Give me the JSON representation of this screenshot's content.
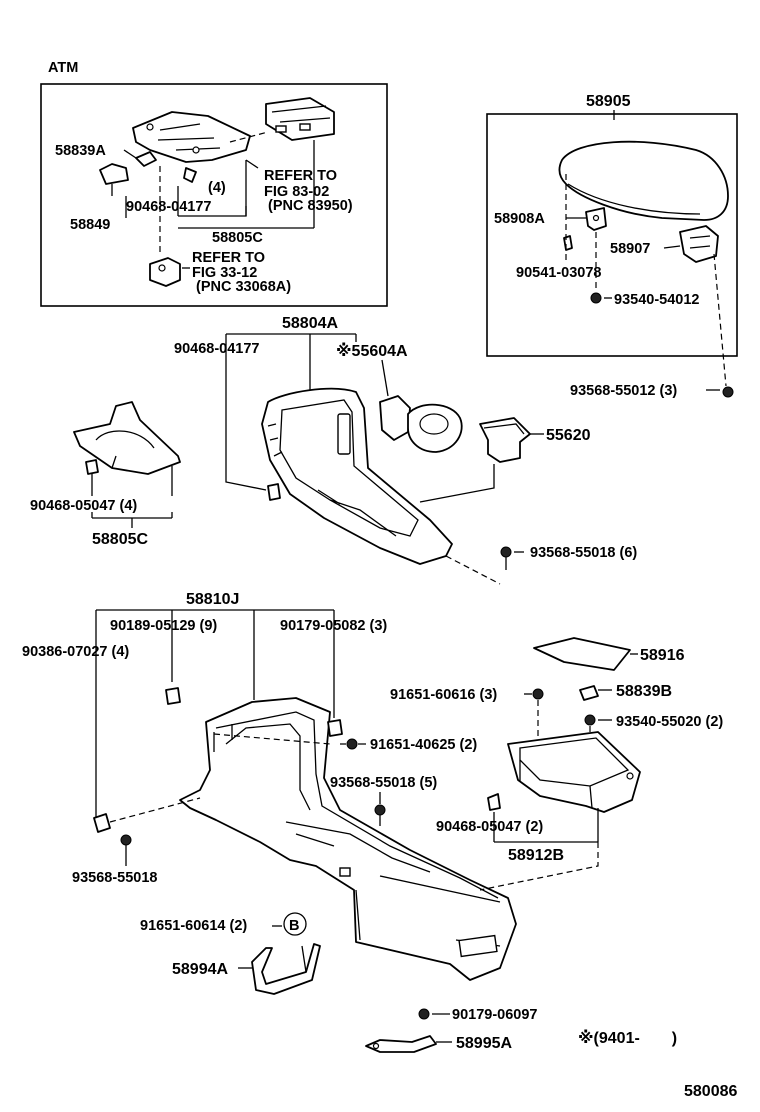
{
  "diagram_id": "580086",
  "note": "※(9401‐　　)",
  "atm_box": {
    "title": "ATM",
    "labels": {
      "p58839A": "58839A",
      "p58849": "58849",
      "qty4": "(4)",
      "p90468a": "90468‐04177",
      "p58805C": "58805C",
      "refer1_l1": "REFER TO",
      "refer1_l2": "FIG 83‐02",
      "refer1_l3": "(PNC 83950)",
      "refer2_l1": "REFER TO",
      "refer2_l2": "FIG 33‐12",
      "refer2_l3": "(PNC 33068A)"
    }
  },
  "armrest_box": {
    "title": "58905",
    "labels": {
      "p58908A": "58908A",
      "p58907": "58907",
      "p90541": "90541‐03078",
      "p93540a": "93540‐54012"
    }
  },
  "labels": {
    "p93568a": "93568‐55012 (3)",
    "p58804A": "58804A",
    "p90468b": "90468‐04177",
    "p55604A": "※55604A",
    "p55620": "55620",
    "p90468c": "90468‐05047 (4)",
    "p58805C2": "58805C",
    "p93568b": "93568‐55018 (6)",
    "p58810J": "58810J",
    "p90189": "90189‐05129 (9)",
    "p90179a": "90179‐05082 (3)",
    "p90386": "90386‐07027 (4)",
    "p58916": "58916",
    "p91651a": "91651‐60616 (3)",
    "p58839B": "58839B",
    "p93540b": "93540‐55020 (2)",
    "p91651b": "91651‐40625 (2)",
    "p93568c": "93568‐55018 (5)",
    "p90468d": "90468‐05047 (2)",
    "p58912B": "58912B",
    "p93568d": "93568‐55018",
    "p91651c": "91651‐60614 (2)",
    "circleB": "B",
    "p58994A": "58994A",
    "p90179b": "90179‐06097",
    "p58995A": "58995A"
  }
}
